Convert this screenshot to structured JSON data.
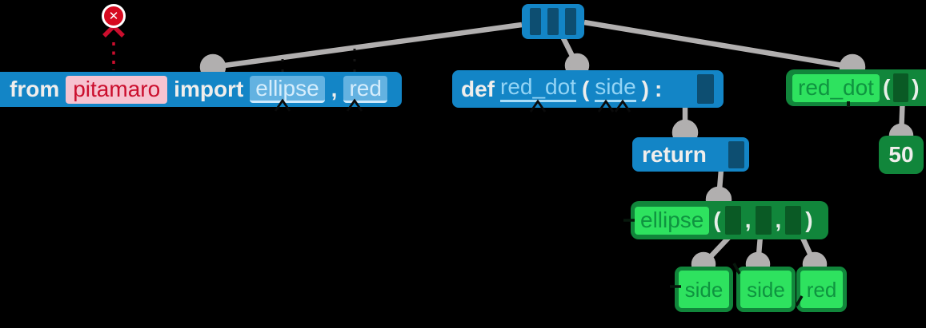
{
  "error_badge": {
    "glyph": "✕"
  },
  "import_block": {
    "keyword_from": "from",
    "module_name": "pitamaro",
    "keyword_import": "import",
    "import_name_1": "ellipse",
    "separator": ",",
    "import_name_2": "red"
  },
  "def_block": {
    "keyword": "def",
    "function_name": "red_dot",
    "open_paren": "(",
    "parameter": "side",
    "close_paren": ")",
    "colon": ":"
  },
  "return_block": {
    "keyword": "return"
  },
  "ellipse_call_block": {
    "function_name": "ellipse",
    "open_paren": "(",
    "comma_1": ",",
    "comma_2": ",",
    "close_paren": ")"
  },
  "red_dot_call_block": {
    "function_name": "red_dot",
    "open_paren": "(",
    "close_paren": ")"
  },
  "number_block": {
    "value": "50"
  },
  "argument_blocks": [
    {
      "label": "side"
    },
    {
      "label": "side"
    },
    {
      "label": "red"
    }
  ],
  "colors": {
    "blue_block": "#1385c6",
    "dark_blue_slot": "#0d4e71",
    "green_block": "#11863b",
    "bright_green_chip": "#2ee25f",
    "green_text": "#0f9440",
    "light_blue_chip": "#63b2e1",
    "pink_chip": "#f6c3d0",
    "crimson_text": "#cb0e2d",
    "error_red": "#d6091f",
    "edge_gray": "#b1afaf"
  }
}
